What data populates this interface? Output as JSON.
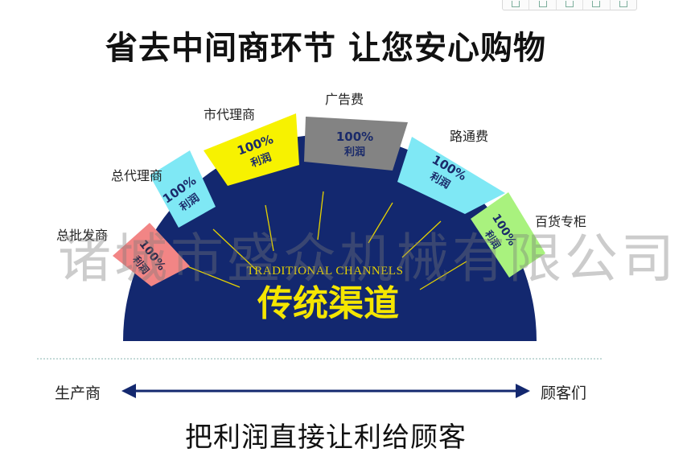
{
  "headline": "省去中间商环节 让您安心购物",
  "channel_en": "TRADITIONAL CHANNELS",
  "channel_cn": "传统渠道",
  "segments": [
    {
      "label": "总批发商",
      "pct": "100%",
      "profit": "利润",
      "color": "#f28585"
    },
    {
      "label": "总代理商",
      "pct": "100%",
      "profit": "利润",
      "color": "#7fe8f5"
    },
    {
      "label": "市代理商",
      "pct": "100%",
      "profit": "利润",
      "color": "#f7f200"
    },
    {
      "label": "广告费",
      "pct": "100%",
      "profit": "利润",
      "color": "#838383"
    },
    {
      "label": "路通费",
      "pct": "100%",
      "profit": "利润",
      "color": "#7fe8f5"
    },
    {
      "label": "百货专柜",
      "pct": "100%",
      "profit": "利润",
      "color": "#a9f27e"
    }
  ],
  "watermark": "诸城市盛众机械有限公司",
  "left_end": "生产商",
  "right_end": "顾客们",
  "bottom_text": "把利润直接让利给顾客",
  "colors": {
    "arc": "#13286f",
    "gold": "#f5e600",
    "arrow": "#13286f"
  }
}
